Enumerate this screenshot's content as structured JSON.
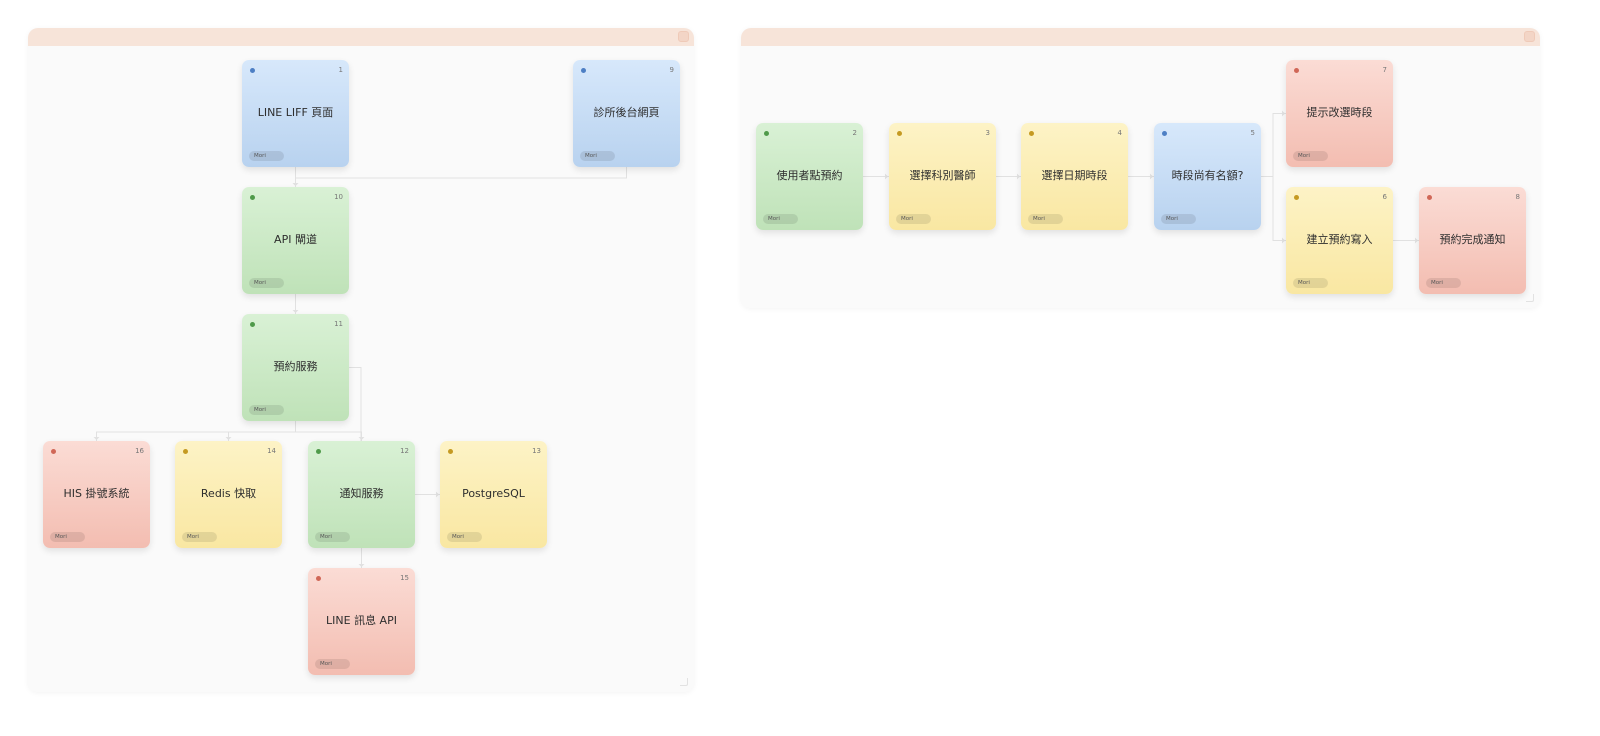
{
  "panels": [
    {
      "id": "left",
      "cards": [
        {
          "num": "1",
          "label": "LINE LIFF 頁面",
          "tag": "Mori",
          "color": "blue"
        },
        {
          "num": "9",
          "label": "診所後台網頁",
          "tag": "Mori",
          "color": "blue"
        },
        {
          "num": "10",
          "label": "API 閘道",
          "tag": "Mori",
          "color": "green"
        },
        {
          "num": "11",
          "label": "預約服務",
          "tag": "Mori",
          "color": "green"
        },
        {
          "num": "16",
          "label": "HIS 掛號系統",
          "tag": "Mori",
          "color": "red"
        },
        {
          "num": "14",
          "label": "Redis 快取",
          "tag": "Mori",
          "color": "yellow"
        },
        {
          "num": "12",
          "label": "通知服務",
          "tag": "Mori",
          "color": "green"
        },
        {
          "num": "13",
          "label": "PostgreSQL",
          "tag": "Mori",
          "color": "yellow"
        },
        {
          "num": "15",
          "label": "LINE 訊息 API",
          "tag": "Mori",
          "color": "red"
        }
      ]
    },
    {
      "id": "right",
      "cards": [
        {
          "num": "2",
          "label": "使用者點預約",
          "tag": "Mori",
          "color": "green"
        },
        {
          "num": "3",
          "label": "選擇科別醫師",
          "tag": "Mori",
          "color": "yellow"
        },
        {
          "num": "4",
          "label": "選擇日期時段",
          "tag": "Mori",
          "color": "yellow"
        },
        {
          "num": "5",
          "label": "時段尚有名額?",
          "tag": "Mori",
          "color": "blue"
        },
        {
          "num": "7",
          "label": "提示改選時段",
          "tag": "Mori",
          "color": "red"
        },
        {
          "num": "6",
          "label": "建立預約寫入",
          "tag": "Mori",
          "color": "yellow"
        },
        {
          "num": "8",
          "label": "預約完成通知",
          "tag": "Mori",
          "color": "red"
        }
      ]
    }
  ],
  "edges": [
    {
      "from": "1",
      "to": "10"
    },
    {
      "from": "9",
      "to": "10"
    },
    {
      "from": "10",
      "to": "11"
    },
    {
      "from": "11",
      "to": "16"
    },
    {
      "from": "11",
      "to": "14"
    },
    {
      "from": "11",
      "to": "12"
    },
    {
      "from": "11",
      "to": "13"
    },
    {
      "from": "12",
      "to": "15"
    },
    {
      "from": "2",
      "to": "3"
    },
    {
      "from": "3",
      "to": "4"
    },
    {
      "from": "4",
      "to": "5"
    },
    {
      "from": "5",
      "to": "7"
    },
    {
      "from": "5",
      "to": "6"
    },
    {
      "from": "6",
      "to": "8"
    }
  ],
  "colors": {
    "edge": "#e1e1e1",
    "panel_header": "#f7e4d9"
  }
}
